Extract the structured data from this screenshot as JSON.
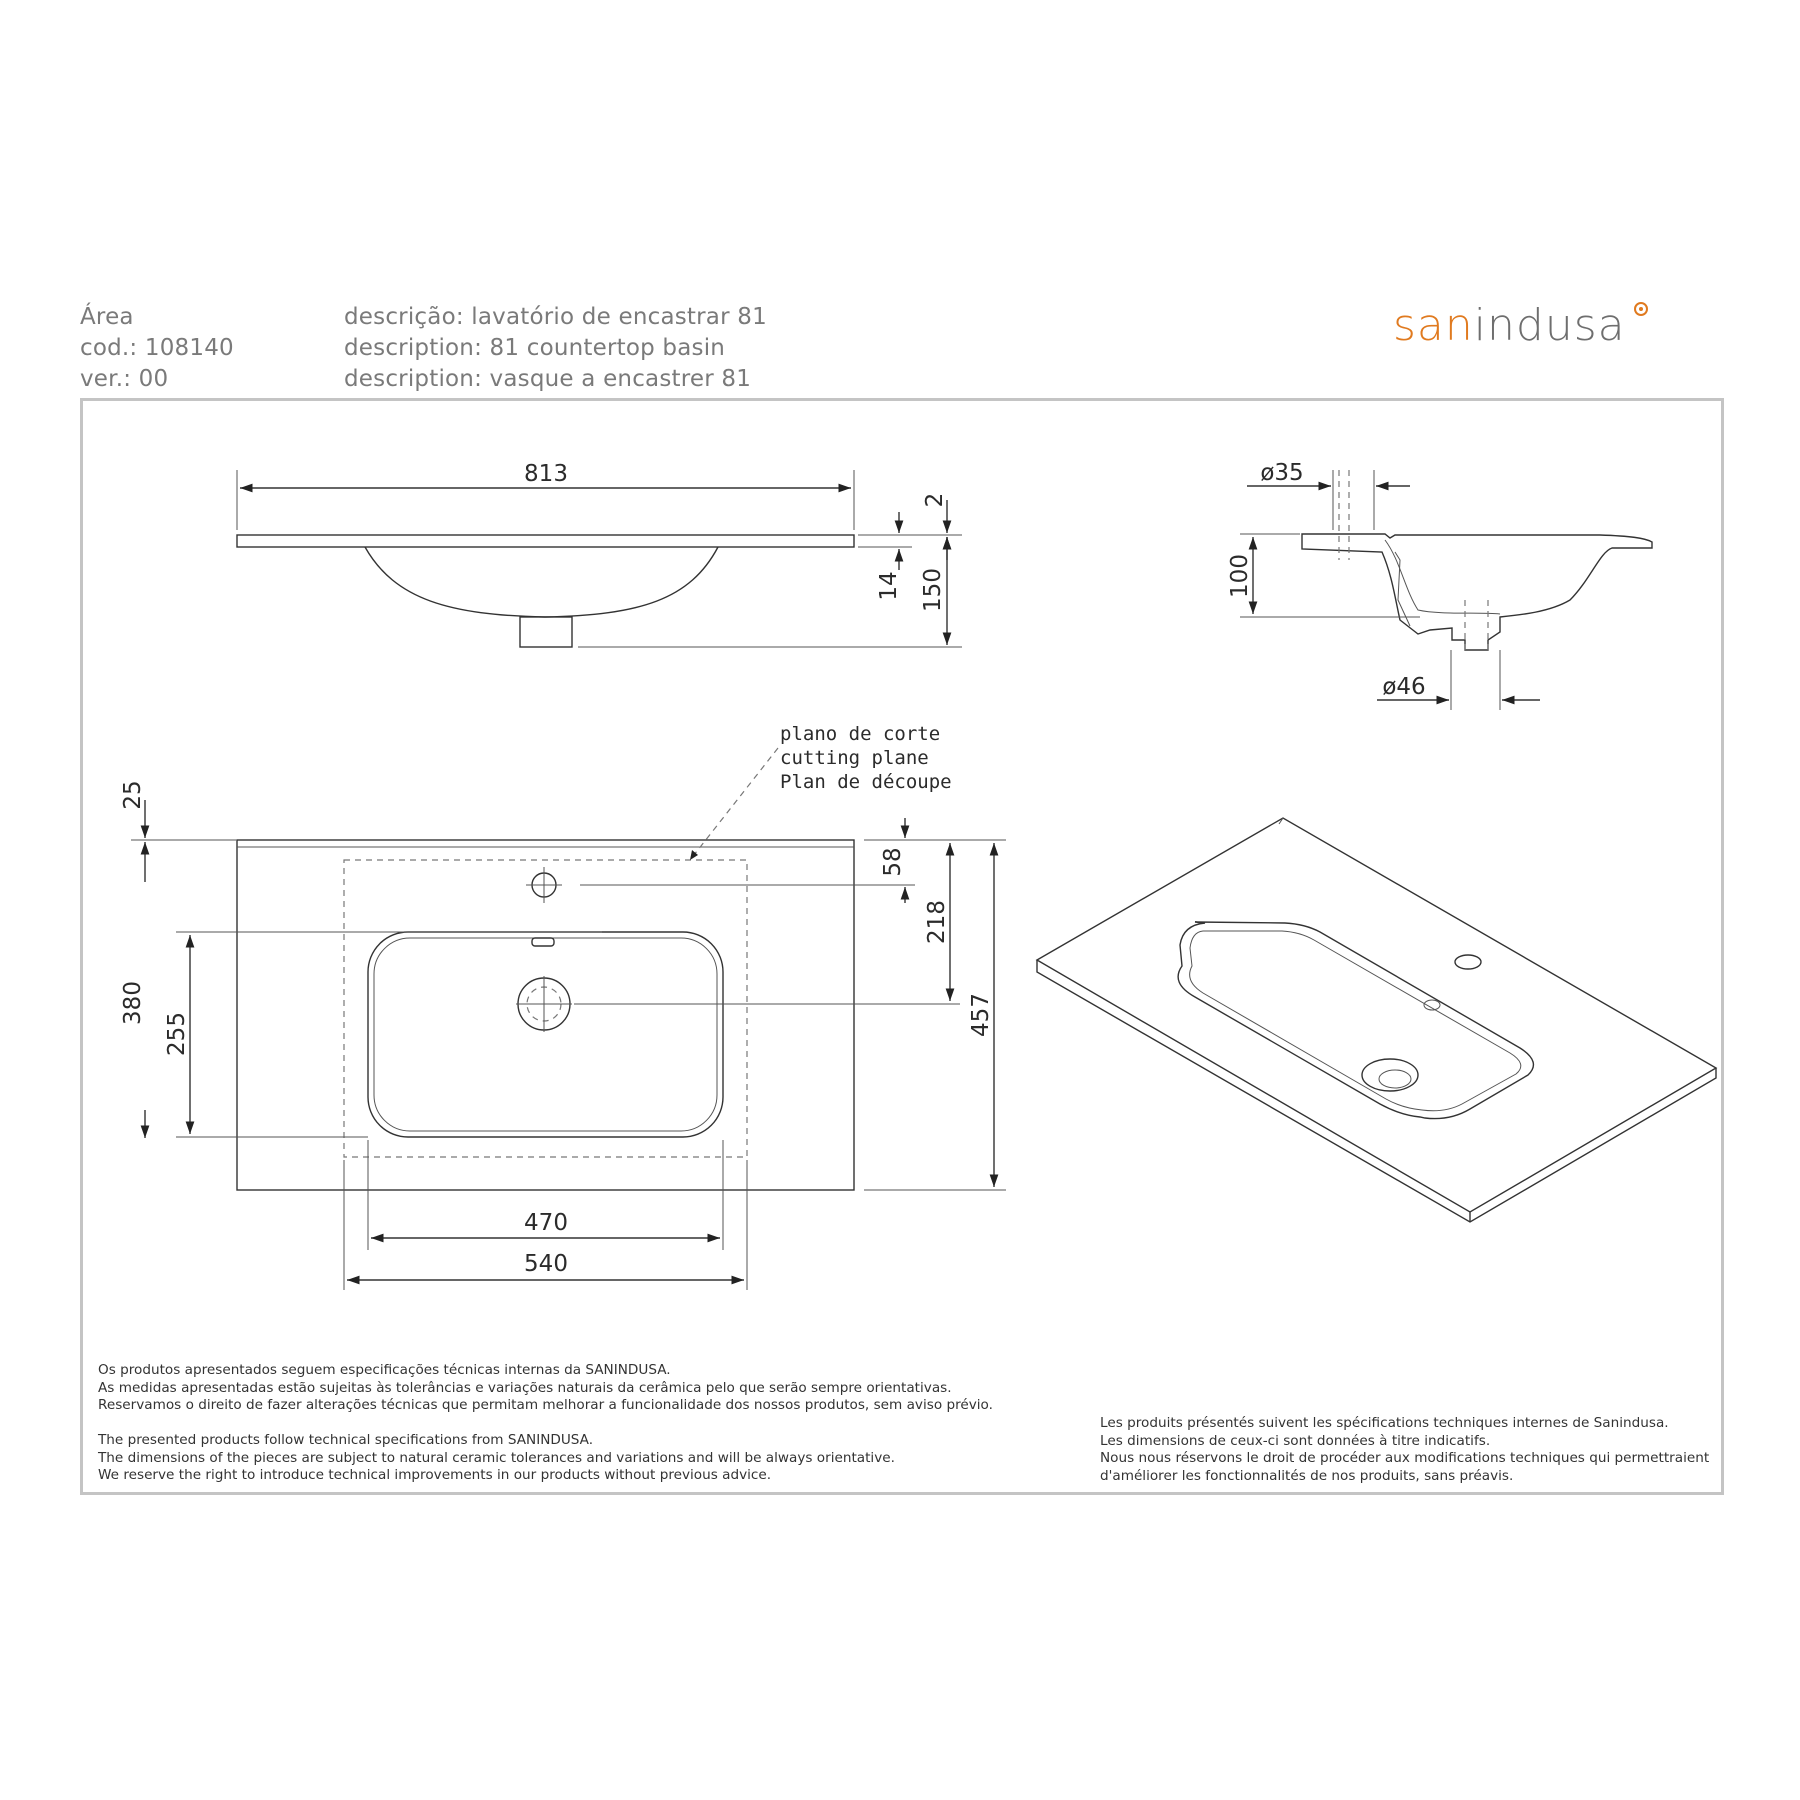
{
  "header": {
    "area": "Área",
    "code": "cod.: 108140",
    "version": "ver.: 00",
    "desc_pt": "descrição: lavatório de encastrar 81",
    "desc_en": "description: 81 countertop basin",
    "desc_fr": "description: vasque a encastrer 81"
  },
  "logo": {
    "part1": "san",
    "part2": "indusa",
    "colors": {
      "accent": "#e07a1f",
      "text": "#6e6e6e"
    }
  },
  "dimensions": {
    "width_total": "813",
    "thickness_top": "2",
    "thickness_rim": "14",
    "height_total": "150",
    "tap_hole_dia": "ø35",
    "drain_dia": "ø46",
    "section_depth": "100",
    "back_margin": "25",
    "tap_offset": "58",
    "drain_offset": "218",
    "basin_length": "380",
    "bowl_length": "255",
    "depth_total": "457",
    "bowl_width": "470",
    "basin_width": "540"
  },
  "cutting_plane": {
    "pt": "plano de corte",
    "en": "cutting plane",
    "fr": "Plan de découpe"
  },
  "footer": {
    "pt_1": "Os produtos apresentados seguem especificações técnicas internas da SANINDUSA.",
    "pt_2": "As medidas apresentadas estão sujeitas às tolerâncias e variações naturais da cerâmica pelo que serão sempre orientativas.",
    "pt_3": "Reservamos o direito de fazer alterações técnicas que permitam melhorar a funcionalidade dos nossos produtos, sem aviso prévio.",
    "en_1": "The presented products follow technical specifications from SANINDUSA.",
    "en_2": "The dimensions of the pieces are subject to natural ceramic tolerances and variations and will be always orientative.",
    "en_3": "We reserve the right to introduce technical improvements in our products without previous advice.",
    "fr_1": "Les produits présentés suivent les spécifications techniques internes de Sanindusa.",
    "fr_2": "Les dimensions de ceux-ci sont données à titre indicatifs.",
    "fr_3": "Nous nous réservons le droit de procéder aux modifications techniques qui permettraient",
    "fr_4": "d'améliorer les fonctionnalités de nos produits, sans préavis."
  }
}
